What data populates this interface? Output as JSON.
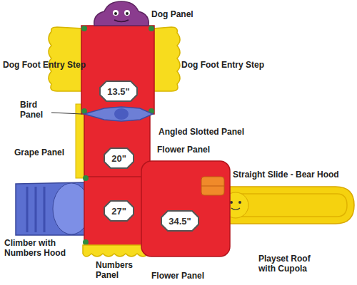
{
  "diagram": {
    "nodes": [
      {
        "text": [
          "13.5\""
        ]
      },
      {
        "text": [
          "20\""
        ]
      },
      {
        "text": [
          "27\""
        ]
      },
      {
        "text": [
          "34.5\""
        ]
      }
    ],
    "labels": [
      "Dog Panel",
      "Dog Foot Entry Step",
      "Dog Foot Entry Step",
      "Bird Panel",
      "Angled Slotted Panel",
      "Grape Panel",
      "Flower Panel",
      "Straight Slide - Bear Hood",
      "Climber with Numbers Hood",
      "Numbers Panel",
      "Flower Panel",
      "Playset Roof with Cupola"
    ]
  }
}
